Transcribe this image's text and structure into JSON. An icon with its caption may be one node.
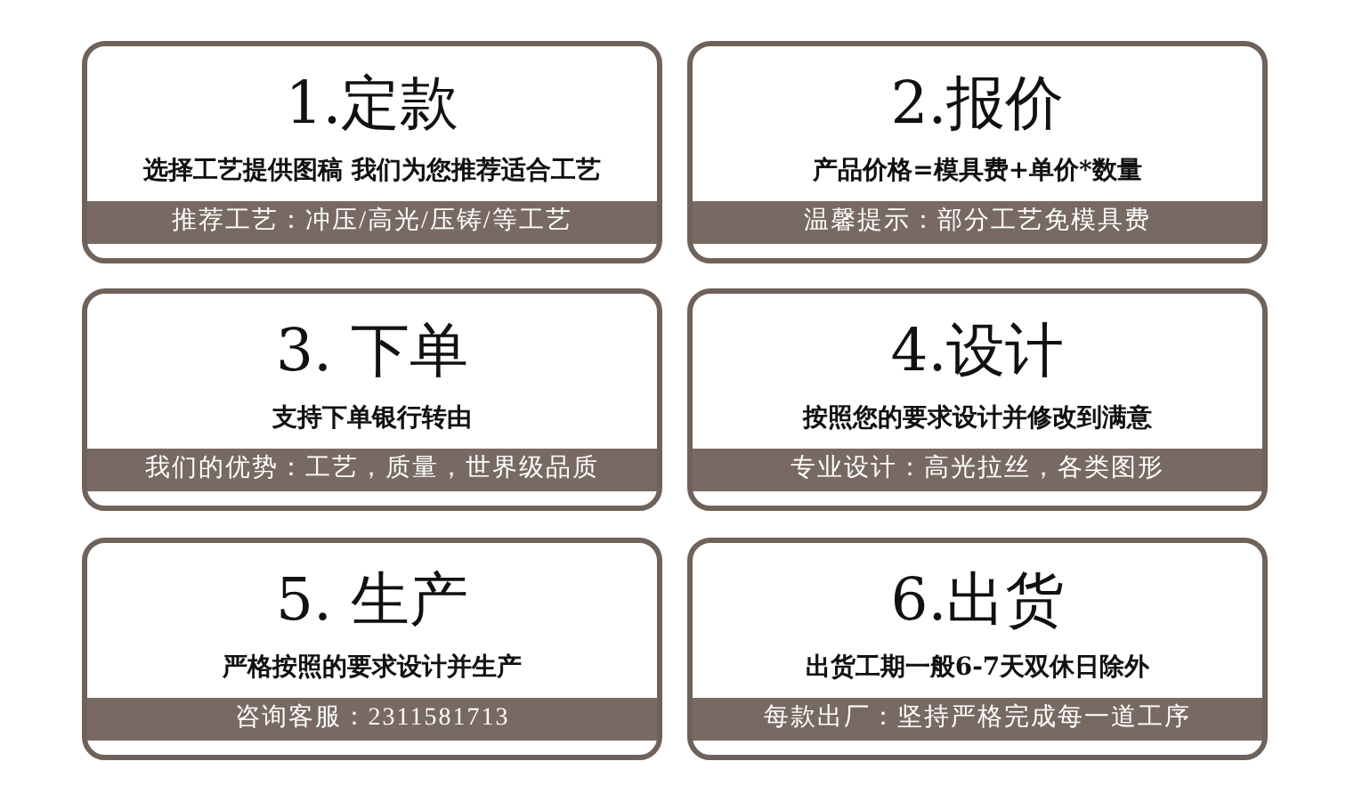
{
  "diagram": {
    "nodes": [
      {
        "text": [
          "1.定款",
          "选择工艺提供图稿 我们为您推荐适合工艺",
          "推荐工艺：冲压/高光/压铸/等工艺"
        ]
      },
      {
        "text": [
          "2.报价",
          "产品价格=模具费+单价*数量",
          "温馨提示：部分工艺免模具费"
        ]
      },
      {
        "text": [
          "3. 下单",
          "支持下单银行转由",
          "我们的优势：工艺，质量，世界级品质"
        ]
      },
      {
        "text": [
          "4.设计",
          "按照您的要求设计并修改到满意",
          "专业设计：高光拉丝，各类图形"
        ]
      },
      {
        "text": [
          "5. 生产",
          "严格按照的要求设计并生产",
          "咨询客服：2311581713"
        ]
      },
      {
        "text": [
          "6.出货",
          "出货工期一般6-7天双休日除外",
          "每款出厂：坚持严格完成每一道工序"
        ]
      }
    ]
  }
}
